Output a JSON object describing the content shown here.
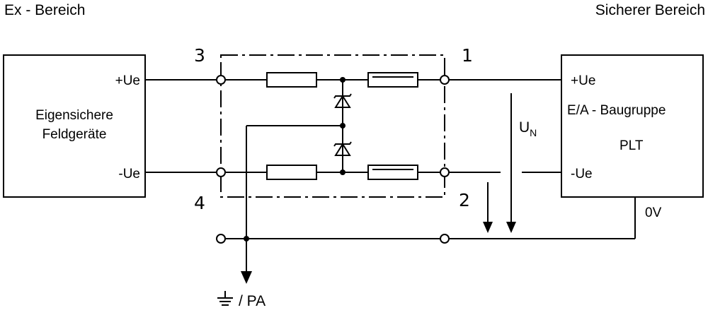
{
  "header": {
    "left_zone": "Ex - Bereich",
    "right_zone": "Sicherer Bereich"
  },
  "field_device": {
    "title_line1": "Eigensichere",
    "title_line2": "Feldgeräte",
    "pos_terminal": "+Ue",
    "neg_terminal": "-Ue"
  },
  "io_module": {
    "pos_terminal": "+Ue",
    "title": "E/A - Baugruppe",
    "subtitle": "PLT",
    "neg_terminal": "-Ue",
    "ground_terminal": "0V"
  },
  "terminals": {
    "t1": "1",
    "t2": "2",
    "t3": "3",
    "t4": "4"
  },
  "voltage": {
    "symbol": "U",
    "subscript": "N"
  },
  "ground": {
    "label": "/ PA"
  }
}
